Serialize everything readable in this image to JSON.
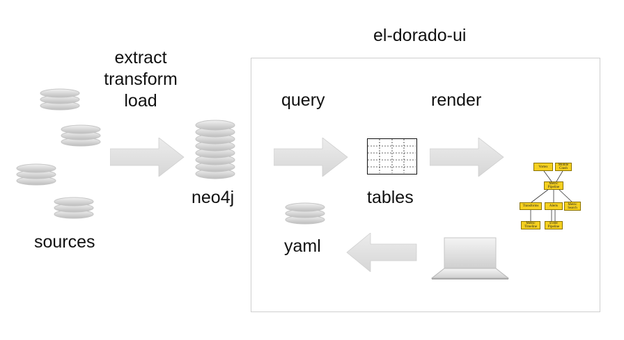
{
  "labels": {
    "app_title": "el-dorado-ui",
    "etl_line1": "extract",
    "etl_line2": "transform",
    "etl_line3": "load",
    "sources": "sources",
    "neo4j": "neo4j",
    "query": "query",
    "tables": "tables",
    "render": "render",
    "yaml": "yaml"
  },
  "graph_nodes": {
    "vertex": "Vortex",
    "mobile_crash": "Mobile Crash",
    "metric_pipeline": "Metric Pipeline",
    "transforms": "Transforms",
    "alerts": "Alerts",
    "metric_search": "Metric Search",
    "metric_timeline": "Metric Timeline",
    "event_pipeline": "Event Pipeline"
  },
  "colors": {
    "arrow": "#e2e2e2",
    "disk": "#d9d9d9",
    "node": "#f5d020",
    "box_border": "#cfcfcf"
  }
}
